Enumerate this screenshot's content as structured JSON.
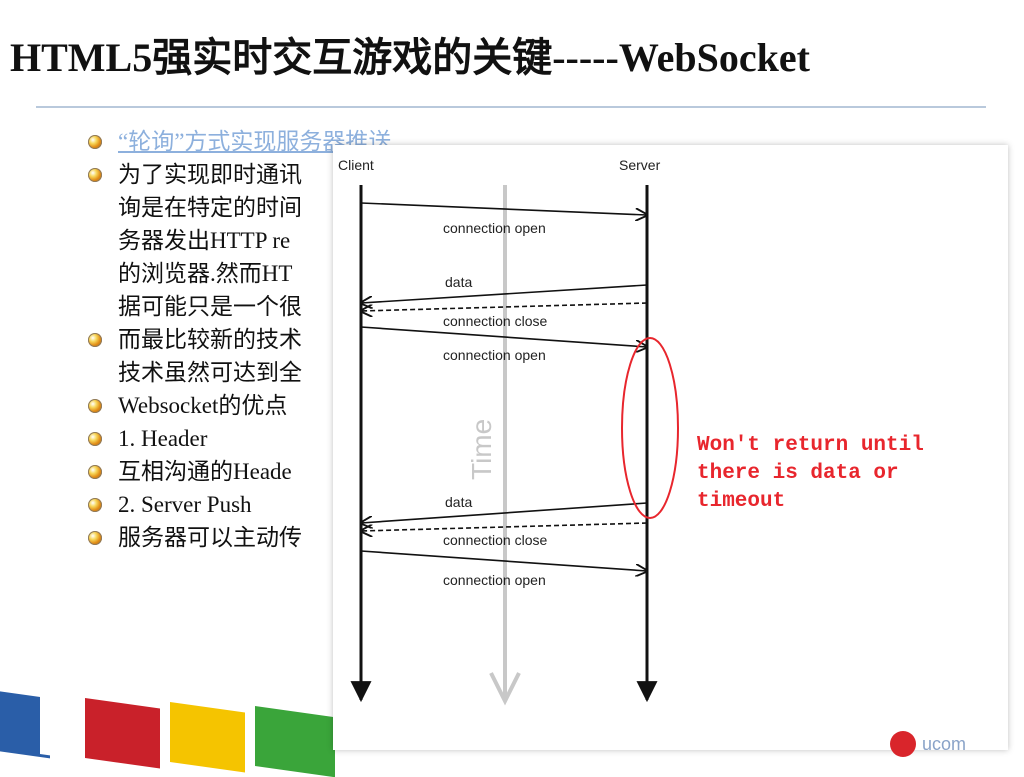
{
  "slide": {
    "title": "HTML5强实时交互游戏的关键-----WebSocket",
    "bullets": [
      {
        "lines": [
          "“轮询”方式实现服务器推送"
        ],
        "link": true
      },
      {
        "lines": [
          "为了实现即时通讯",
          "询是在特定的时间",
          "务器发出HTTP re",
          "的浏览器.然而HT",
          "据可能只是一个很"
        ]
      },
      {
        "lines": [
          "而最比较新的技术",
          "技术虽然可达到全"
        ]
      },
      {
        "lines": [
          "Websocket的优点"
        ]
      },
      {
        "lines": [
          "1. Header"
        ]
      },
      {
        "lines": [
          "互相沟通的Heade"
        ]
      },
      {
        "lines": [
          "2. Server Push"
        ]
      },
      {
        "lines": [
          "服务器可以主动传"
        ]
      }
    ],
    "logo_text": "ucom"
  },
  "diagram": {
    "client_label": "Client",
    "server_label": "Server",
    "time_label": "Time",
    "messages": [
      {
        "label": "connection open",
        "direction": "to-server"
      },
      {
        "label": "data",
        "direction": "to-client"
      },
      {
        "label": "connection close",
        "direction": "to-client"
      },
      {
        "label": "connection open",
        "direction": "to-server"
      },
      {
        "label": "data",
        "direction": "to-client"
      },
      {
        "label": "connection close",
        "direction": "to-client"
      },
      {
        "label": "connection open",
        "direction": "to-server"
      }
    ],
    "note_lines": [
      "Won't return until",
      "there is data or",
      "timeout"
    ],
    "colors": {
      "note": "#e8262d",
      "arrow": "#111111",
      "time_axis": "#c8c8c8"
    }
  }
}
